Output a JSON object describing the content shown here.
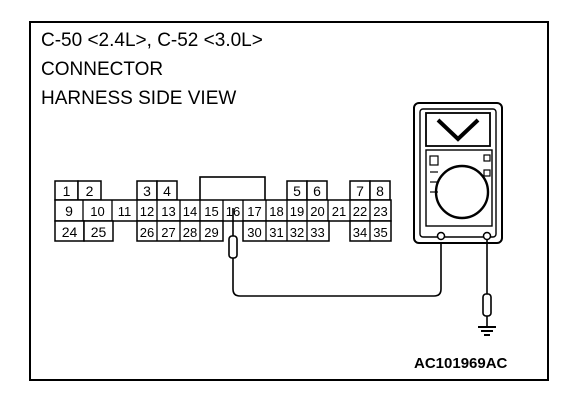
{
  "title": {
    "line1": "C-50 <2.4L>, C-52 <3.0L>",
    "line2": "CONNECTOR",
    "line3": "HARNESS SIDE VIEW"
  },
  "diagram_id": "AC101969AC",
  "connector": {
    "row1": [
      "1",
      "2",
      "3",
      "4",
      "5",
      "6",
      "7",
      "8"
    ],
    "row2": [
      "9",
      "10",
      "11",
      "12",
      "13",
      "14",
      "15",
      "16",
      "17",
      "18",
      "19",
      "20",
      "21",
      "22",
      "23"
    ],
    "row3": [
      "24",
      "25",
      "26",
      "27",
      "28",
      "29",
      "30",
      "31",
      "32",
      "33",
      "34",
      "35"
    ]
  }
}
